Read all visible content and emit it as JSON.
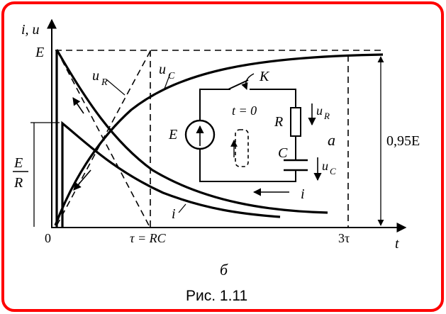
{
  "frame": {
    "border_color": "#ff0000"
  },
  "axes": {
    "y_label": "i, u",
    "x_label": "t",
    "origin": "0",
    "tick_E": "E",
    "tick_ER_num": "E",
    "tick_ER_den": "R",
    "tick_tau": "τ = RC",
    "tick_3tau": "3τ",
    "level_095": "0,95E"
  },
  "curves": {
    "uR_label": "u",
    "uR_sub": "R",
    "uC_label": "u",
    "uC_sub": "C",
    "i_label": "i"
  },
  "circuit": {
    "switch_label": "K",
    "switch_time": "t = 0",
    "source_label": "E",
    "resistor_label": "R",
    "capacitor_label": "C",
    "uR_arrow_label": "u",
    "uR_arrow_sub": "R",
    "uC_arrow_label": "u",
    "uC_arrow_sub": "C",
    "current_label": "i",
    "circuit_letter": "а"
  },
  "panel_letter": "б",
  "caption": "Рис. 1.11"
}
